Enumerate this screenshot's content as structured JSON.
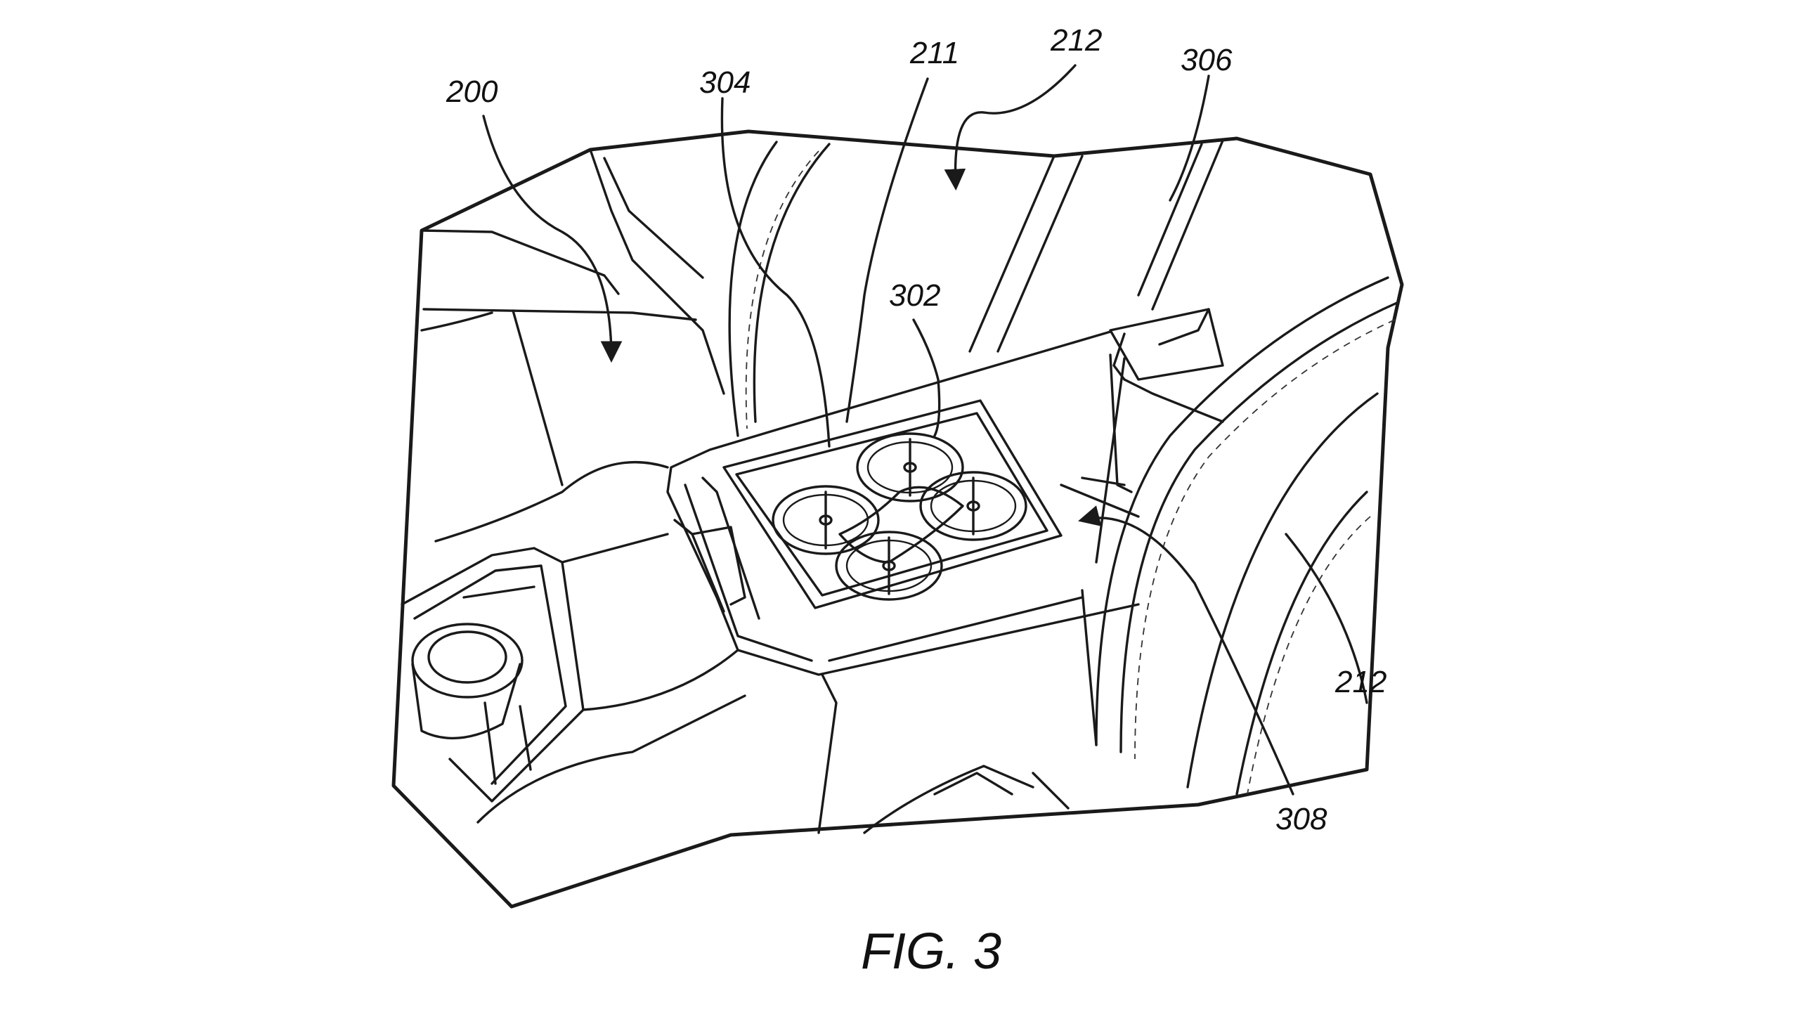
{
  "figure": {
    "caption": "FIG. 3",
    "reference_numerals": {
      "n200": "200",
      "n304": "304",
      "n211": "211",
      "n212_top": "212",
      "n306": "306",
      "n302": "302",
      "n212_right": "212",
      "n308": "308"
    }
  },
  "colors": {
    "ink": "#1a1a1a",
    "background": "#ffffff"
  }
}
